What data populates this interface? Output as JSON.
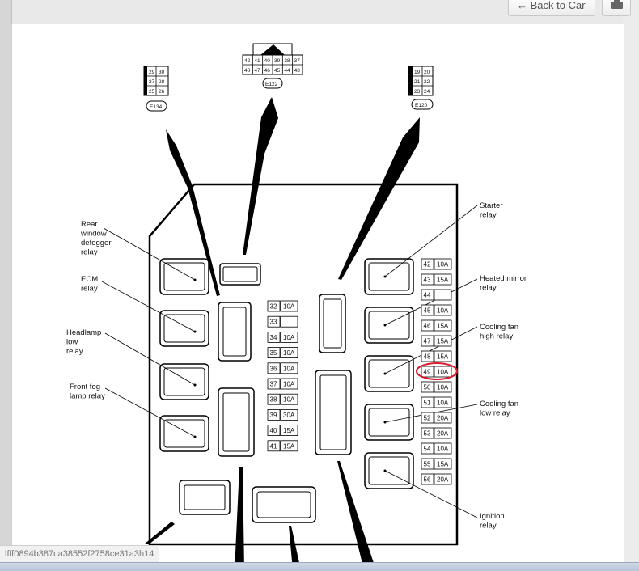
{
  "toolbar": {
    "back_label": "← Back to Car"
  },
  "status": {
    "url_fragment": "lfff0894b387ca38552f2758ce31a3h14"
  },
  "connectors": {
    "e134": {
      "label": "E134",
      "pins": [
        "29",
        "30",
        "27",
        "28",
        "25",
        "26"
      ]
    },
    "e122": {
      "label": "E122",
      "top_pins": [
        "42",
        "41",
        "40",
        "39",
        "38",
        "37"
      ],
      "bottom_pins": [
        "48",
        "47",
        "46",
        "45",
        "44",
        "43"
      ]
    },
    "e120": {
      "label": "E120",
      "pins": [
        "19",
        "20",
        "21",
        "22",
        "23",
        "24"
      ]
    }
  },
  "relays_left": [
    {
      "name": "rear-window-defogger-relay",
      "lines": [
        "Rear",
        "window",
        "defogger",
        "relay"
      ]
    },
    {
      "name": "ecm-relay",
      "lines": [
        "ECM",
        "relay"
      ]
    },
    {
      "name": "headlamp-low-relay",
      "lines": [
        "Headlamp",
        "low",
        "relay"
      ]
    },
    {
      "name": "front-fog-lamp-relay",
      "lines": [
        "Front fog",
        "lamp relay"
      ]
    }
  ],
  "relays_right": [
    {
      "name": "starter-relay",
      "lines": [
        "Starter",
        "relay"
      ]
    },
    {
      "name": "heated-mirror-relay",
      "lines": [
        "Heated mirror",
        "relay"
      ]
    },
    {
      "name": "cooling-fan-high-relay",
      "lines": [
        "Cooling fan",
        "high relay"
      ]
    },
    {
      "name": "cooling-fan-low-relay",
      "lines": [
        "Cooling fan",
        "low relay"
      ]
    },
    {
      "name": "ignition-relay",
      "lines": [
        "Ignition",
        "relay"
      ]
    }
  ],
  "fuses_center": [
    {
      "n": "32",
      "a": "10A"
    },
    {
      "n": "33",
      "a": ""
    },
    {
      "n": "34",
      "a": "10A"
    },
    {
      "n": "35",
      "a": "10A"
    },
    {
      "n": "36",
      "a": "10A"
    },
    {
      "n": "37",
      "a": "10A"
    },
    {
      "n": "38",
      "a": "10A"
    },
    {
      "n": "39",
      "a": "30A"
    },
    {
      "n": "40",
      "a": "15A"
    },
    {
      "n": "41",
      "a": "15A"
    }
  ],
  "fuses_right": [
    {
      "n": "42",
      "a": "10A"
    },
    {
      "n": "43",
      "a": "15A"
    },
    {
      "n": "44",
      "a": ""
    },
    {
      "n": "45",
      "a": "10A"
    },
    {
      "n": "46",
      "a": "15A"
    },
    {
      "n": "47",
      "a": "15A"
    },
    {
      "n": "48",
      "a": "15A"
    },
    {
      "n": "49",
      "a": "10A"
    },
    {
      "n": "50",
      "a": "10A"
    },
    {
      "n": "51",
      "a": "10A"
    },
    {
      "n": "52",
      "a": "20A"
    },
    {
      "n": "53",
      "a": "20A"
    },
    {
      "n": "54",
      "a": "10A"
    },
    {
      "n": "55",
      "a": "15A"
    },
    {
      "n": "56",
      "a": "20A"
    }
  ],
  "highlight": {
    "fuse": "49",
    "color": "#d9182a"
  }
}
